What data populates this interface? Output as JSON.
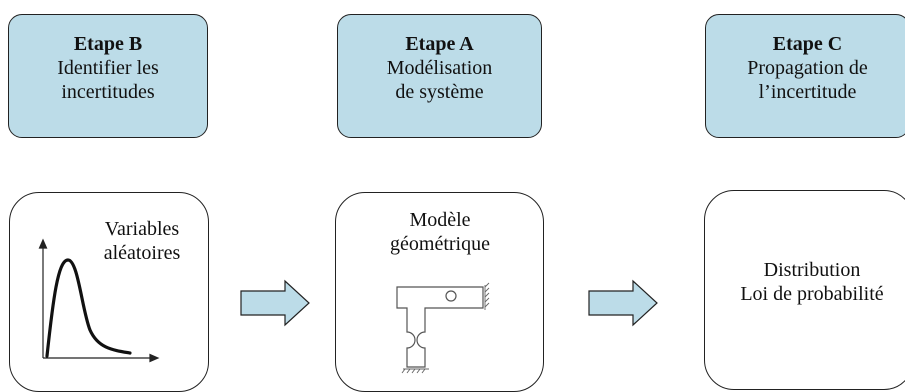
{
  "steps": {
    "b": {
      "title": "Etape B",
      "line1": "Identifier les",
      "line2": "incertitudes"
    },
    "a": {
      "title": "Etape A",
      "line1": "Modélisation",
      "line2": "de système"
    },
    "c": {
      "title": "Etape C",
      "line1": "Propagation de",
      "line2": "l’incertitude"
    }
  },
  "boxes": {
    "variables": {
      "line1": "Variables",
      "line2": "aléatoires"
    },
    "model": {
      "line1": "Modèle",
      "line2": "géométrique"
    },
    "distribution": {
      "line1": "Distribution",
      "line2": "Loi de probabilité"
    }
  },
  "colors": {
    "header_fill": "#bcdce8",
    "arrow_fill": "#bcdce8",
    "stroke": "#222222"
  }
}
